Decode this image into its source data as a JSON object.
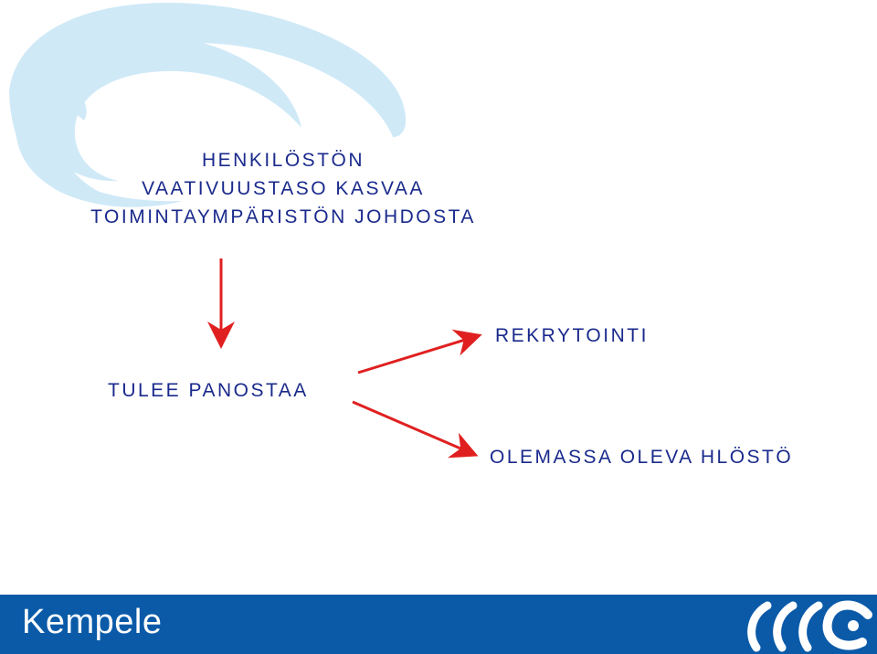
{
  "slide": {
    "title_lines": [
      "HENKILÖSTÖN",
      "VAATIVUUSTASO KASVAA",
      "TOIMINTAYMPÄRISTÖN JOHDOSTA"
    ],
    "nodes": {
      "focus": "TULEE PANOSTAA",
      "recruitment": "REKRYTOINTI",
      "existing_staff": "OLEMASSA OLEVA HLÖSTÖ"
    },
    "colors": {
      "text": "#1a2a8c",
      "arrow": "#e02020",
      "swirl": "#cfe9f7",
      "footer": "#0a5aa8"
    }
  },
  "footer": {
    "brand": "Kempele",
    "logo_icon": "kempele-wave-logo"
  }
}
